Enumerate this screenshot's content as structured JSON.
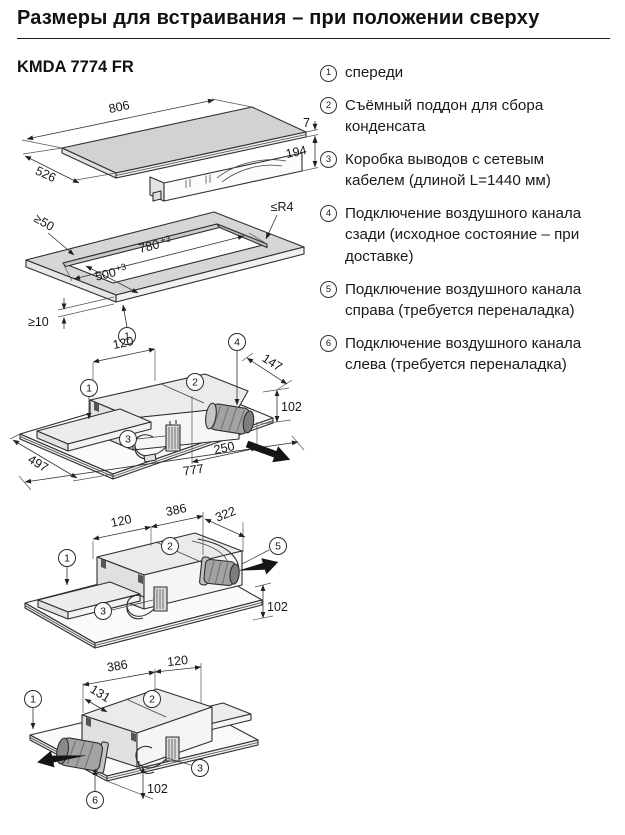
{
  "page": {
    "title": "Размеры для встраивания – при положении сверху",
    "model": "KMDA 7774 FR"
  },
  "legend": {
    "items": [
      {
        "num": "1",
        "text": "спереди"
      },
      {
        "num": "2",
        "text": "Съёмный поддон для сбора конденсата"
      },
      {
        "num": "3",
        "text": "Коробка выводов с сетевым кабелем (длиной L=1440 мм)"
      },
      {
        "num": "4",
        "text": "Подключение воздушного канала сзади (исходное состояние – при доставке)"
      },
      {
        "num": "5",
        "text": "Подключение воздушного канала справа (требуется переналадка)"
      },
      {
        "num": "6",
        "text": "Подключение воздушного канала слева (требуется переналадка)"
      }
    ]
  },
  "diagrams": {
    "hob": {
      "width": "806",
      "depth": "526",
      "glass_height": "7",
      "body_height": "194"
    },
    "cutout": {
      "edge_min": "≥50",
      "cut_width": "780",
      "cut_width_tol": "+3",
      "cut_depth": "500",
      "cut_depth_tol": "+3",
      "worktop_min": "≥10",
      "radius_max": "≤R4",
      "callout_front": "1"
    },
    "duct_rear": {
      "dim_120": "120",
      "dim_147": "147",
      "dim_102": "102",
      "dim_250": "250",
      "dim_497": "497",
      "dim_777": "777",
      "callout_front": "1",
      "callout_tray": "2",
      "callout_box": "3",
      "callout_duct": "4"
    },
    "duct_right": {
      "dim_120": "120",
      "dim_386": "386",
      "dim_322": "322",
      "dim_102": "102",
      "callout_front": "1",
      "callout_tray": "2",
      "callout_box": "3",
      "callout_duct": "5"
    },
    "duct_left": {
      "dim_386": "386",
      "dim_120": "120",
      "dim_131": "131",
      "dim_102": "102",
      "callout_front": "1",
      "callout_tray": "2",
      "callout_box": "3",
      "callout_duct": "6"
    }
  }
}
